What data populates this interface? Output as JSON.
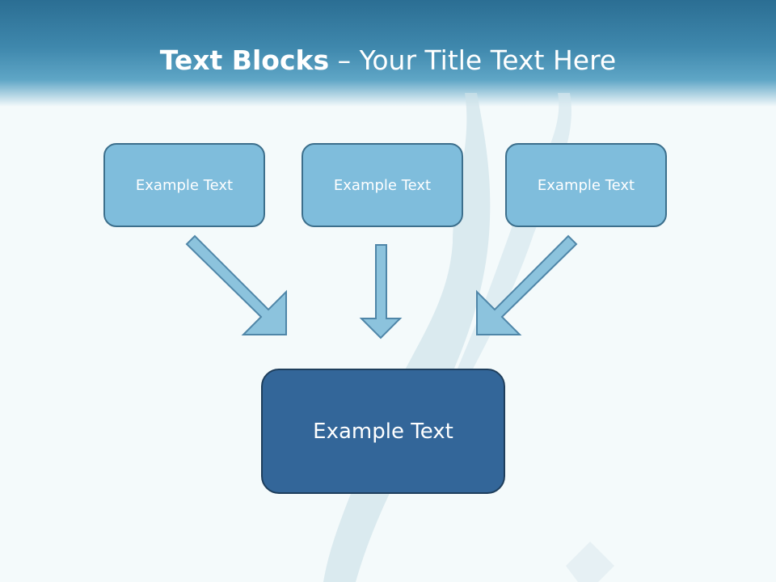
{
  "slide": {
    "title_bold": "Text Blocks",
    "title_sep": " – ",
    "title_rest": "Your Title Text Here"
  },
  "blocks": {
    "left": "Example Text",
    "middle": "Example Text",
    "right": "Example Text",
    "center": "Example Text"
  },
  "colors": {
    "header": "#3f88ad",
    "small_box": "#7fbddc",
    "big_box": "#336699",
    "arrow_fill": "#8cc3dd",
    "arrow_stroke": "#4f86a8"
  }
}
